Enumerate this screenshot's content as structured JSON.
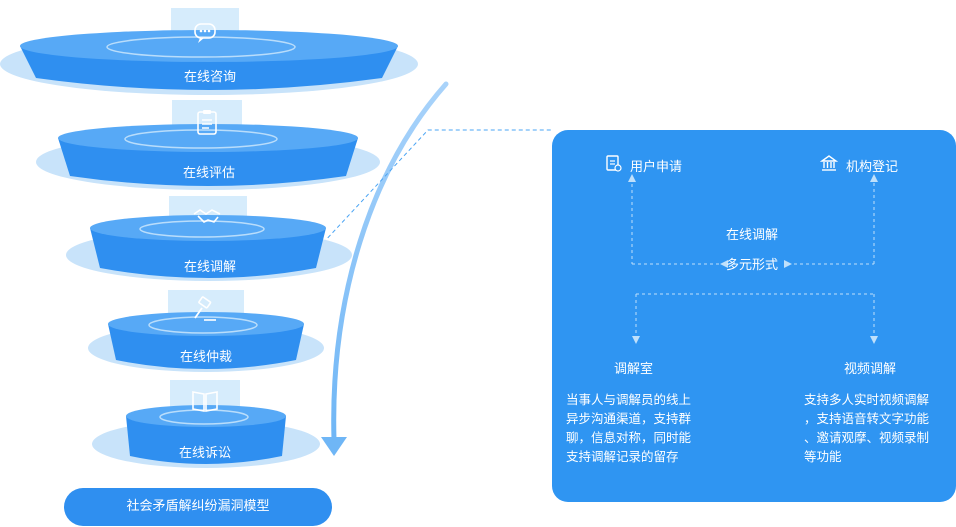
{
  "tiers": [
    {
      "label": "在线咨询",
      "icon": "chat-bubble-icon"
    },
    {
      "label": "在线评估",
      "icon": "clipboard-icon"
    },
    {
      "label": "在线调解",
      "icon": "handshake-icon"
    },
    {
      "label": "在线仲裁",
      "icon": "gavel-icon"
    },
    {
      "label": "在线诉讼",
      "icon": "book-icon"
    }
  ],
  "base_label": "社会矛盾解纠纷漏洞模型",
  "panel": {
    "center_line1": "在线调解",
    "center_line2": "多元形式",
    "user_apply": {
      "label": "用户申请",
      "icon": "document-icon"
    },
    "org_register": {
      "label": "机构登记",
      "icon": "bank-icon"
    },
    "room": {
      "label": "调解室",
      "desc": [
        "当事人与调解员的线上",
        "异步沟通渠道，支持群",
        "聊，信息对称，同时能",
        "支持调解记录的留存"
      ]
    },
    "video": {
      "label": "视频调解",
      "desc": [
        "支持多人实时视频调解",
        "，支持语音转文字功能",
        "、邀请观摩、视频录制",
        "等功能"
      ]
    }
  },
  "colors": {
    "primary": "#2f8ff0",
    "light": "#bfe0fb",
    "panel": "#2f95f2"
  }
}
